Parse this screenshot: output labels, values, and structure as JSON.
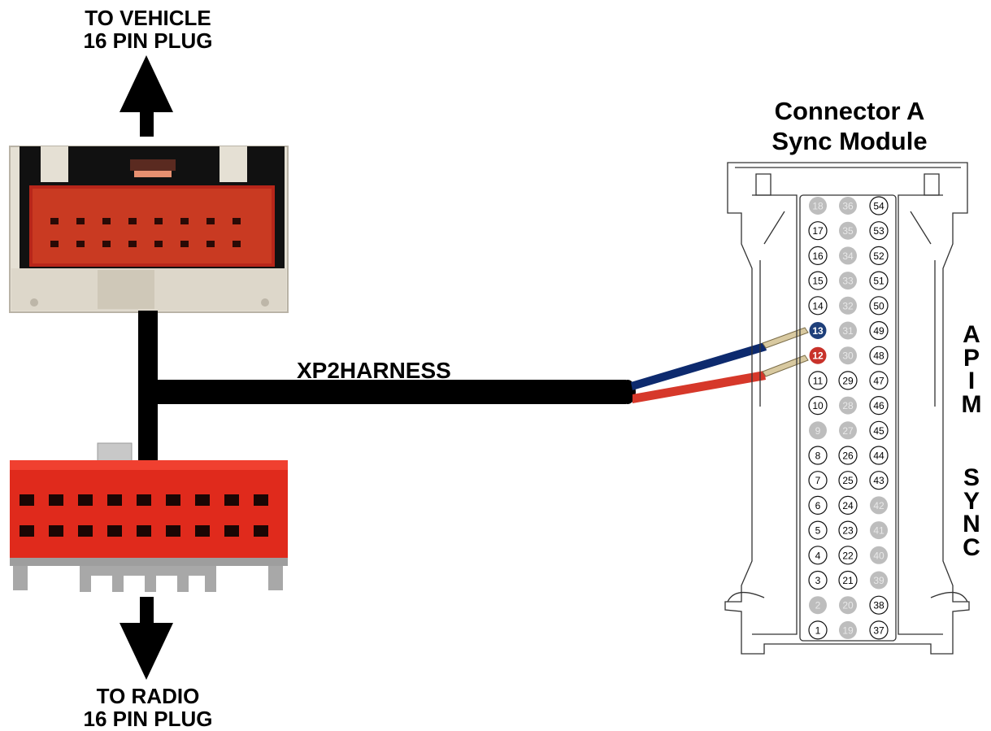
{
  "labels": {
    "top_line1": "TO VEHICLE",
    "top_line2": "16 PIN PLUG",
    "bottom_line1": "TO RADIO",
    "bottom_line2": "16 PIN PLUG",
    "harness": "XP2HARNESS",
    "connector_line1": "Connector A",
    "connector_line2": "Sync Module",
    "apim": [
      "A",
      "P",
      "I",
      "M"
    ],
    "sync": [
      "S",
      "Y",
      "N",
      "C"
    ]
  },
  "connector_pins": {
    "columns": [
      [
        "18",
        "17",
        "16",
        "15",
        "14",
        "13",
        "12",
        "11",
        "10",
        "9",
        "8",
        "7",
        "6",
        "5",
        "4",
        "3",
        "2",
        "1"
      ],
      [
        "36",
        "35",
        "34",
        "33",
        "32",
        "31",
        "30",
        "29",
        "28",
        "27",
        "26",
        "25",
        "24",
        "23",
        "22",
        "21",
        "20",
        "19"
      ],
      [
        "54",
        "53",
        "52",
        "51",
        "50",
        "49",
        "48",
        "47",
        "46",
        "45",
        "44",
        "43",
        "42",
        "41",
        "40",
        "39",
        "38",
        "37"
      ]
    ],
    "unused": [
      "18",
      "36",
      "35",
      "34",
      "33",
      "32",
      "31",
      "30",
      "28",
      "27",
      "9",
      "2",
      "42",
      "41",
      "40",
      "39",
      "20",
      "19"
    ],
    "highlighted": {
      "13": "#1e3f7a",
      "12": "#c8322a"
    }
  },
  "colors": {
    "plug_body_light": "#e6e1d6",
    "plug_red": "#cc2a1a",
    "harness": "#000000",
    "wire_blue": "#0d2a6e",
    "wire_red": "#d6382a",
    "unused_pin": "#bdbdbd"
  },
  "icons": [
    "arrow-up-icon",
    "arrow-down-icon"
  ]
}
